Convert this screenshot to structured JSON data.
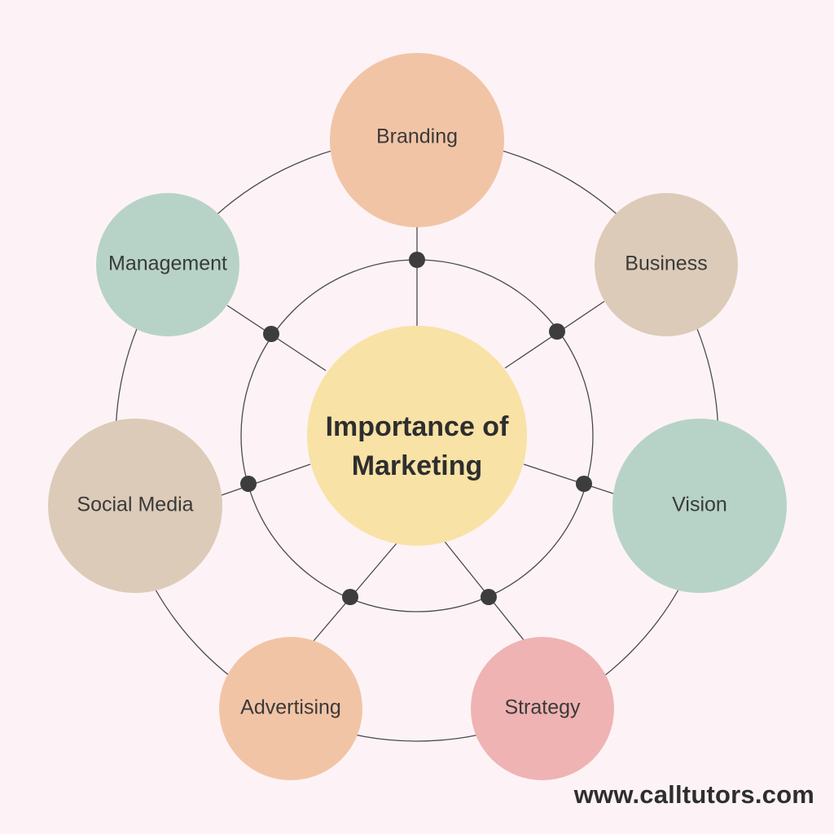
{
  "diagram": {
    "center": {
      "title_line1": "Importance of",
      "title_line2": "Marketing",
      "color": "#f8e2a6"
    },
    "nodes": [
      {
        "label": "Branding",
        "color": "#f2c4a6"
      },
      {
        "label": "Business",
        "color": "#dccbb8"
      },
      {
        "label": "Vision",
        "color": "#b7d3c7"
      },
      {
        "label": "Strategy",
        "color": "#efb3b3"
      },
      {
        "label": "Advertising",
        "color": "#f2c4a6"
      },
      {
        "label": "Social Media",
        "color": "#dccbb8"
      },
      {
        "label": "Management",
        "color": "#b7d3c7"
      }
    ],
    "line_color": "#4a4a4a",
    "dot_color": "#3d3d3d"
  },
  "footer": {
    "watermark": "www.calltutors.com"
  }
}
